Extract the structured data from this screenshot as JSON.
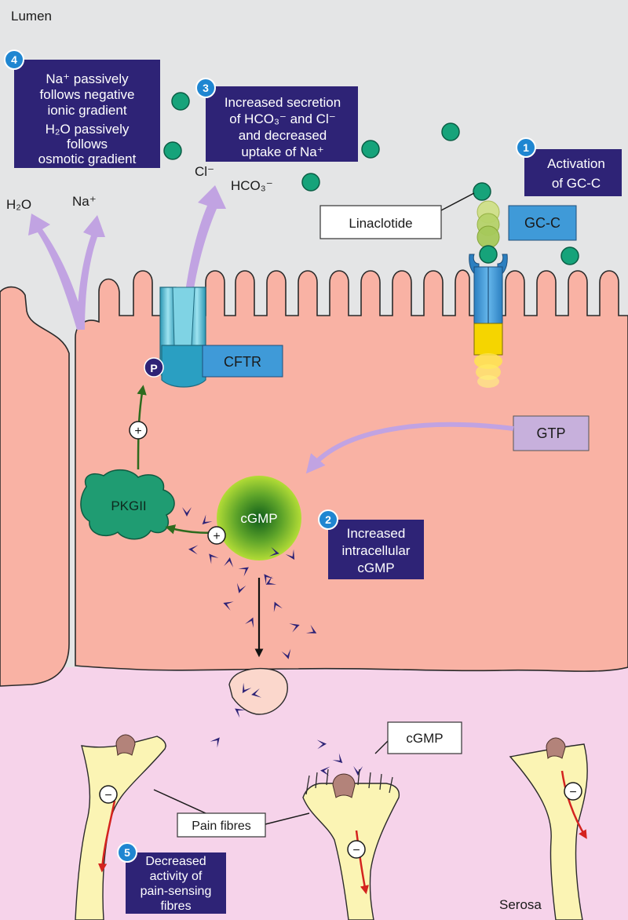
{
  "regions": {
    "lumen": "Lumen",
    "serosa": "Serosa"
  },
  "steps": {
    "step1": {
      "number": "1",
      "lines": [
        "Activation",
        "of GC-C"
      ]
    },
    "step2": {
      "number": "2",
      "lines": [
        "Increased",
        "intracellular",
        "cGMP"
      ]
    },
    "step3": {
      "number": "3",
      "lines": [
        "Increased secretion",
        "of HCO₃⁻ and Cl⁻",
        "and decreased",
        "uptake of Na⁺"
      ]
    },
    "step4": {
      "number": "4",
      "lines": [
        "Na⁺ passively",
        "follows negative",
        "ionic gradient",
        "H₂O passively",
        "follows",
        "osmotic gradient"
      ]
    },
    "step5": {
      "number": "5",
      "lines": [
        "Decreased",
        "activity of",
        "pain-sensing",
        "fibres"
      ]
    }
  },
  "labels": {
    "linaclotide": "Linaclotide",
    "gcc": "GC-C",
    "cftr": "CFTR",
    "gtp": "GTP",
    "pkgii": "PKGII",
    "cgmp_center": "cGMP",
    "cgmp_box": "cGMP",
    "pain_fibres": "Pain fibres",
    "phospho": "P",
    "plus": "+",
    "minus": "−"
  },
  "ions": {
    "h2o": "H₂O",
    "na": "Na⁺",
    "cl": "Cl⁻",
    "hco3": "HCO₃⁻"
  },
  "colors": {
    "lumen_bg": "#e4e5e6",
    "cell_fill": "#f9b2a4",
    "serosa_bg": "#f6d3ea",
    "navy": "#2e2376",
    "blue": "#3f9ad8",
    "teal_molecule": "#16a37a",
    "lilac_arrow": "#c1a3e2",
    "pkg_green": "#1f9c72",
    "fibre": "#fbf4b4"
  }
}
